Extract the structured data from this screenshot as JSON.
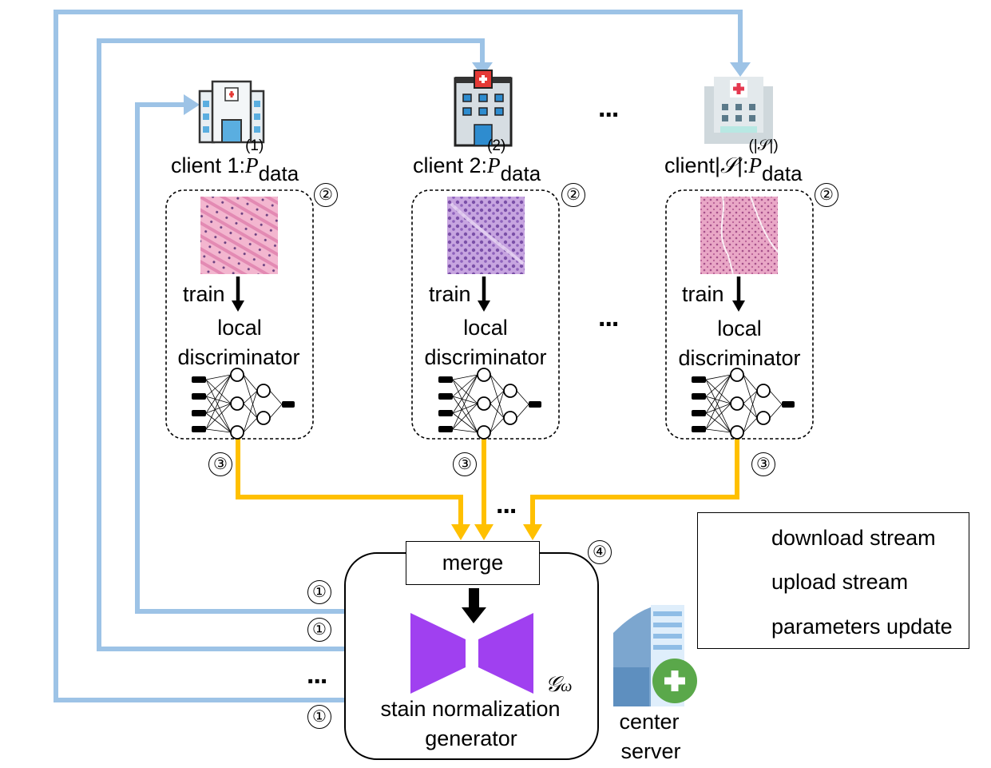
{
  "clients": [
    {
      "name": "client 1:",
      "sup": "(1)",
      "p": "P",
      "sub": "data"
    },
    {
      "name": "client 2:",
      "sup": "(2)",
      "p": "P",
      "sub": "data"
    },
    {
      "name": "client|",
      "s_symbol": "𝒮",
      "name_end": "|:",
      "sup": "(|𝒮|)",
      "p": "P",
      "sub": "data"
    }
  ],
  "labels": {
    "train": "train",
    "local": "local",
    "discriminator": "discriminator",
    "merge": "merge",
    "generator_line1": "stain normalization",
    "generator_line2": "generator",
    "generator_symbol": "𝒢",
    "generator_sub": "ω",
    "center_line1": "center",
    "center_line2": "server",
    "ellipsis": "..."
  },
  "step_marks": {
    "one": "①",
    "two": "②",
    "three": "③",
    "four": "④"
  },
  "legend": {
    "download": "download stream",
    "upload": "upload stream",
    "update": "parameters update"
  },
  "colors": {
    "download": "#FFC000",
    "upload": "#9DC3E6",
    "update": "#000000",
    "generator": "#A040F0",
    "tissue_pink": "#E58FB8",
    "tissue_purple": "#A780D0"
  }
}
